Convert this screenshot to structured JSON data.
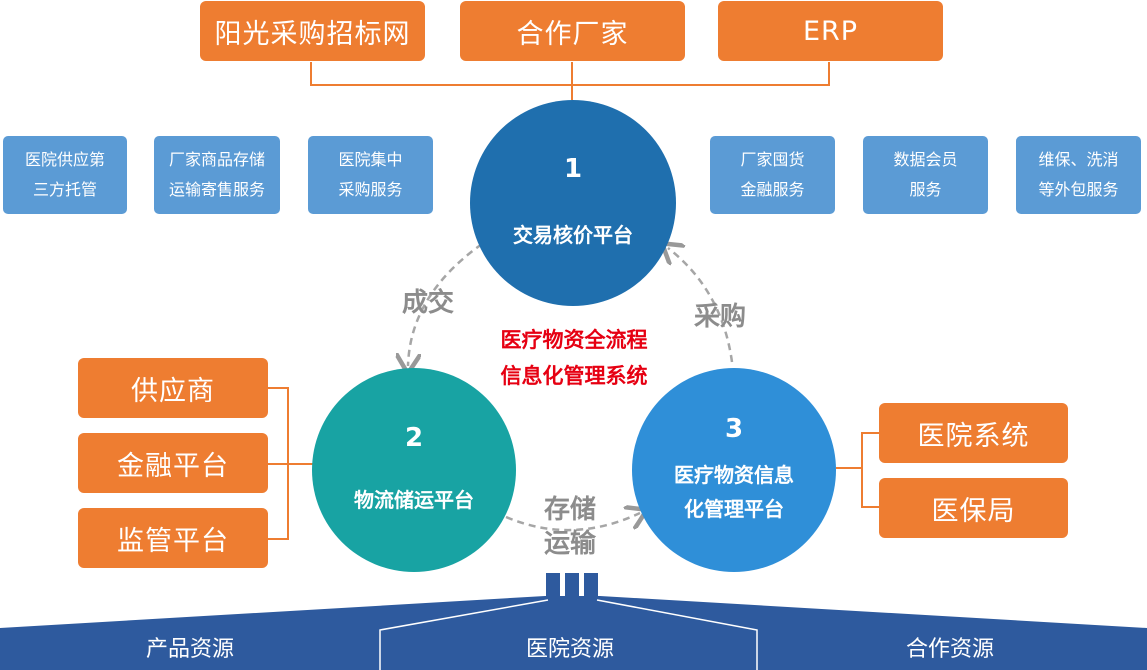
{
  "top_boxes": [
    "阳光采购招标网",
    "合作厂家",
    "ERP"
  ],
  "left_services": [
    {
      "line1": "医院供应第",
      "line2": "三方托管"
    },
    {
      "line1": "厂家商品存储",
      "line2": "运输寄售服务"
    },
    {
      "line1": "医院集中",
      "line2": "采购服务"
    }
  ],
  "right_services": [
    {
      "line1": "厂家囤货",
      "line2": "金融服务"
    },
    {
      "line1": "数据会员",
      "line2": "服务"
    },
    {
      "line1": "维保、洗消",
      "line2": "等外包服务"
    }
  ],
  "platforms": {
    "p1": {
      "num": "1",
      "line1": "交易核价平台",
      "color": "#1f6fae"
    },
    "p2": {
      "num": "2",
      "line1": "物流储运平台",
      "color": "#18a3a3"
    },
    "p3": {
      "num": "3",
      "line1": "医疗物资信息",
      "line2": "化管理平台",
      "color": "#2f8fd8"
    }
  },
  "arrow_labels": {
    "deal": "成交",
    "purchase": "采购",
    "storage_line1": "存储",
    "storage_line2": "运输"
  },
  "center_title": {
    "line1": "医疗物资全流程",
    "line2": "信息化管理系统"
  },
  "left_boxes": [
    "供应商",
    "金融平台",
    "监管平台"
  ],
  "right_boxes": [
    "医院系统",
    "医保局"
  ],
  "resources": [
    "产品资源",
    "医院资源",
    "合作资源"
  ],
  "colors": {
    "orange": "#ee7d31",
    "blue_box": "#5b9bd5",
    "base": "#2e5a9e",
    "red": "#e60012"
  }
}
